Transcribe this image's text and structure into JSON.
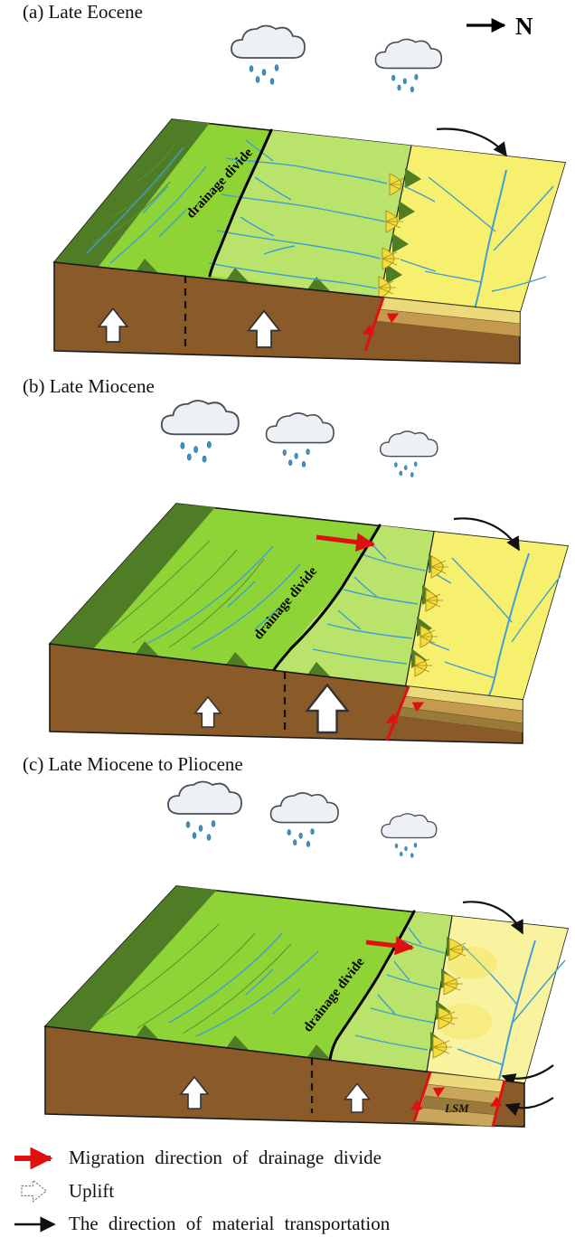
{
  "figure": {
    "north_label": "N",
    "panels": [
      {
        "title": "(a) Late Eocene",
        "divide_label": "drainage divide"
      },
      {
        "title": "(b) Late Miocene",
        "divide_label": "drainage divide"
      },
      {
        "title": "(c) Late Miocene to Pliocene",
        "divide_label": "drainage divide",
        "lsm_label": "LSM"
      }
    ],
    "legend": [
      {
        "symbol": "red-arrow",
        "label": "Migration direction of drainage divide"
      },
      {
        "symbol": "uplift-arrow",
        "label": "Uplift"
      },
      {
        "symbol": "black-arrow",
        "label": "The direction of material transportation"
      }
    ],
    "colors": {
      "bright_green": "#8fd437",
      "light_green": "#b9e36b",
      "dark_green": "#4f7d26",
      "basin_yellow": "#f7ef6e",
      "pale_yellow": "#f9f3a0",
      "bedrock_brown": "#8a5a28",
      "stream_blue": "#3f9fd0",
      "fault_red": "#e01010",
      "fan_yellow": "#f2dd3c"
    }
  }
}
